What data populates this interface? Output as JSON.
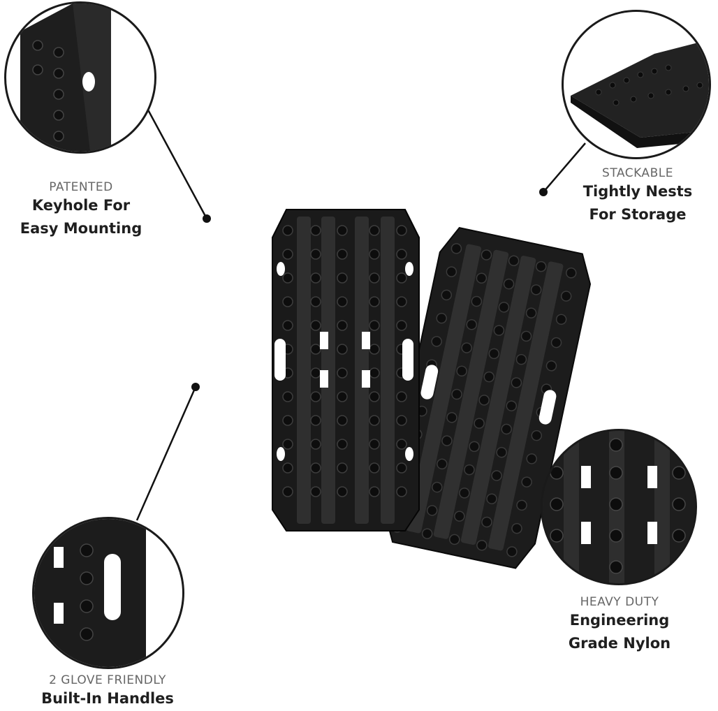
{
  "callouts": {
    "keyhole": {
      "kicker": "PATENTED",
      "line1": "Keyhole For",
      "line2": "Easy Mounting"
    },
    "stackable": {
      "kicker": "STACKABLE",
      "line1": "Tightly Nests",
      "line2": "For Storage"
    },
    "handles": {
      "kicker": "2 GLOVE FRIENDLY",
      "line1": "Built-In Handles"
    },
    "nylon": {
      "kicker": "HEAVY DUTY",
      "line1": "Engineering",
      "line2": "Grade Nylon"
    }
  },
  "colors": {
    "product": "#1e1e1e",
    "accent": "#2e2e2e",
    "text": "#1f1f1f",
    "kicker": "#666666"
  }
}
